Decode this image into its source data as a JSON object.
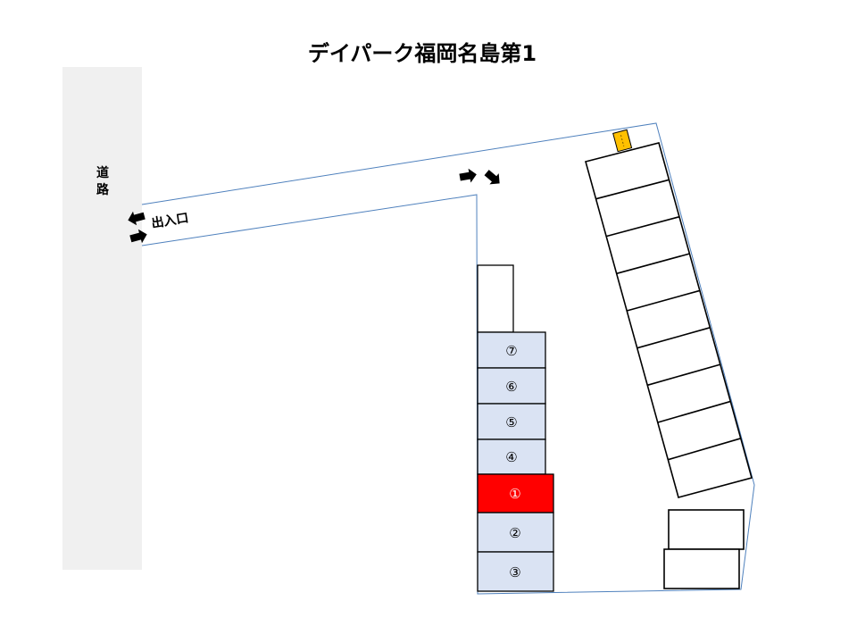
{
  "title": "デイパーク福岡名島第1",
  "road": {
    "label": "道路",
    "chars": [
      "道",
      "路"
    ]
  },
  "entrance": {
    "label": "出入口"
  },
  "colors": {
    "road_fill": "#f0f0f0",
    "boundary_line": "#4f81bd",
    "numbered_slot_fill": "#dae3f3",
    "highlighted_slot_fill": "#ff0000",
    "slot_border": "#000000",
    "payment_machine": "#ffc000"
  },
  "payment_machine": {
    "icon": "payment-machine-icon"
  },
  "numbered_slots": [
    {
      "id": "7",
      "label": "⑦",
      "highlighted": false
    },
    {
      "id": "6",
      "label": "⑥",
      "highlighted": false
    },
    {
      "id": "5",
      "label": "⑤",
      "highlighted": false
    },
    {
      "id": "4",
      "label": "④",
      "highlighted": false
    },
    {
      "id": "1",
      "label": "①",
      "highlighted": true
    },
    {
      "id": "2",
      "label": "②",
      "highlighted": false
    },
    {
      "id": "3",
      "label": "③",
      "highlighted": false
    }
  ],
  "unnumbered_slots": {
    "angled_row_count": 9,
    "bottom_right_count": 2,
    "left_column_top_count": 1
  },
  "arrows": [
    "arrow-left-icon",
    "arrow-right-icon",
    "arrow-right-icon",
    "arrow-down-right-icon"
  ]
}
